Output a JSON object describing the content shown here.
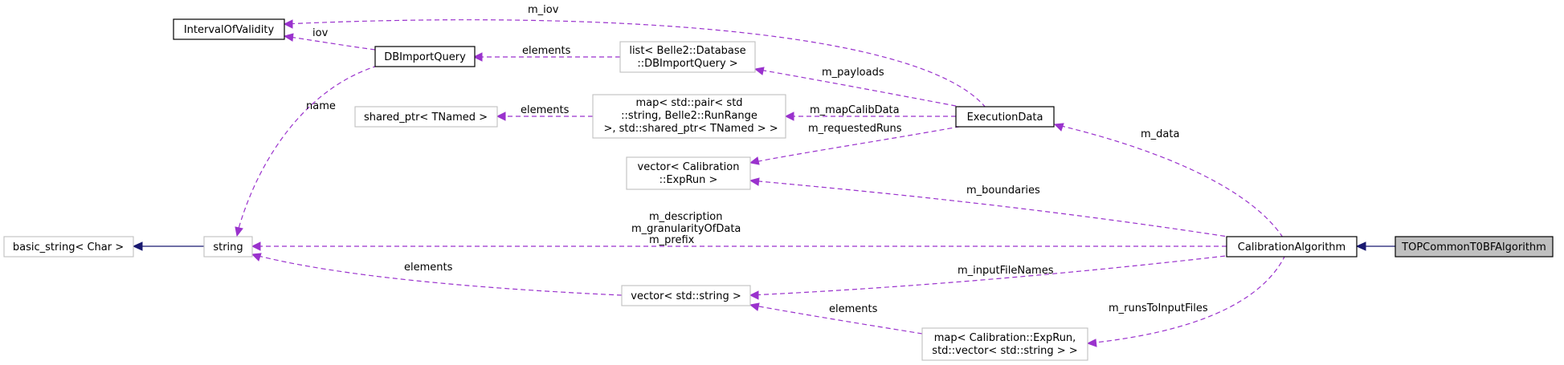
{
  "diagram": {
    "nodes": {
      "interval_of_validity": {
        "label": "IntervalOfValidity"
      },
      "db_import_query": {
        "label": "DBImportQuery"
      },
      "list_db_import_query": {
        "line1": "list< Belle2::Database",
        "line2": "::DBImportQuery >"
      },
      "shared_ptr_tnamed": {
        "label": "shared_ptr< TNamed >"
      },
      "map_pair_runrange": {
        "line1": "map< std::pair< std",
        "line2": "::string, Belle2::RunRange",
        "line3": " >, std::shared_ptr< TNamed > >"
      },
      "execution_data": {
        "label": "ExecutionData"
      },
      "vector_calibration_exprun": {
        "line1": "vector< Calibration",
        "line2": "::ExpRun >"
      },
      "basic_string_char": {
        "label": "basic_string< Char >"
      },
      "string": {
        "label": "string"
      },
      "calibration_algorithm": {
        "label": "CalibrationAlgorithm"
      },
      "top_common_t0bf_algorithm": {
        "label": "TOPCommonT0BFAlgorithm"
      },
      "vector_std_string": {
        "label": "vector< std::string >"
      },
      "map_exprun_vector_string": {
        "line1": "map< Calibration::ExpRun,",
        "line2": "std::vector< std::string > >"
      }
    },
    "edge_labels": {
      "m_iov": "m_iov",
      "iov": "iov",
      "elements_dbimport": "elements",
      "m_payloads": "m_payloads",
      "name": "name",
      "elements_shared_ptr": "elements",
      "m_map_calib_data": "m_mapCalibData",
      "m_requested_runs": "m_requestedRuns",
      "m_data": "m_data",
      "m_boundaries": "m_boundaries",
      "string_members": [
        "m_description",
        "m_granularityOfData",
        "m_prefix"
      ],
      "elements_string_vector": "elements",
      "m_input_file_names": "m_inputFileNames",
      "elements_map_vector": "elements",
      "m_runs_to_input_files": "m_runsToInputFiles"
    },
    "colors": {
      "usage_edge": "#9a32cd",
      "inheritance_edge": "#191970",
      "focus_fill": "#bfbfbf",
      "external_border": "#bfbfbf"
    }
  }
}
